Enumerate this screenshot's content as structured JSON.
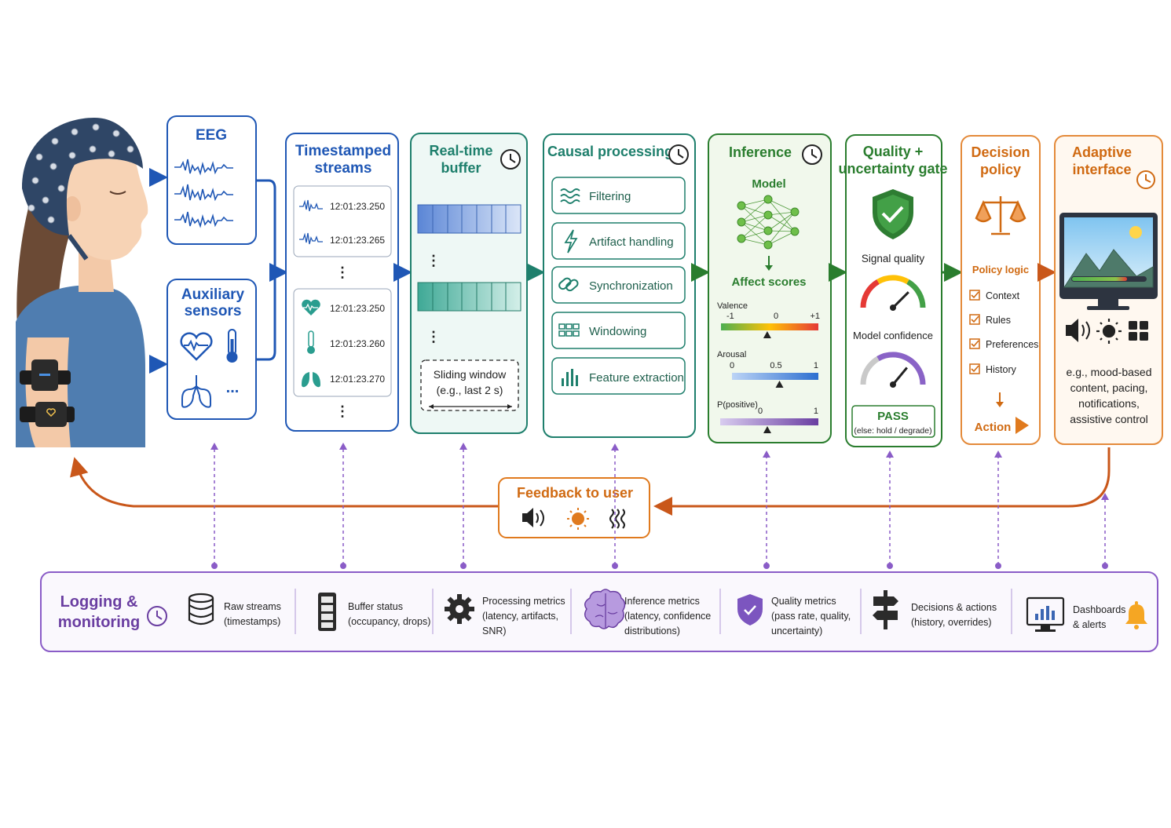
{
  "eeg": {
    "title": "EEG"
  },
  "aux": {
    "title_line1": "Auxiliary",
    "title_line2": "sensors",
    "more": "..."
  },
  "streams": {
    "title_line1": "Timestamped",
    "title_line2": "streams",
    "eeg_times": [
      "12:01:23.250",
      "12:01:23.265"
    ],
    "aux_times": [
      "12:01:23.250",
      "12:01:23.260",
      "12:01:23.270"
    ],
    "ellipsis": "⋮"
  },
  "buffer": {
    "title_line1": "Real-time",
    "title_line2": "buffer",
    "ellipsis": "⋮",
    "window_line1": "Sliding window",
    "window_line2": "(e.g., last 2 s)"
  },
  "causal": {
    "title": "Causal processing",
    "steps": [
      "Filtering",
      "Artifact handling",
      "Synchronization",
      "Windowing",
      "Feature extraction"
    ]
  },
  "inference": {
    "title": "Inference",
    "model": "Model",
    "affect": "Affect scores",
    "valence": {
      "label": "Valence",
      "min": "-1",
      "mid": "0",
      "max": "+1",
      "value": -0.05
    },
    "arousal": {
      "label": "Arousal",
      "min": "0",
      "mid": "0.5",
      "max": "1",
      "value": 0.55
    },
    "positive": {
      "label": "P(positive)",
      "min": "0",
      "max": "1",
      "value": 0.48
    }
  },
  "gate": {
    "title_line1": "Quality +",
    "title_line2": "uncertainty gate",
    "signal_quality": "Signal quality",
    "signal_value": 0.75,
    "model_confidence": "Model confidence",
    "confidence_value": 0.72,
    "pass": "PASS",
    "else": "(else: hold / degrade)"
  },
  "decision": {
    "title_line1": "Decision",
    "title_line2": "policy",
    "policy_logic": "Policy logic",
    "items": [
      "Context",
      "Rules",
      "Preferences",
      "History"
    ],
    "action": "Action"
  },
  "adaptive": {
    "title_line1": "Adaptive",
    "title_line2": "interface",
    "desc": [
      "e.g., mood-based",
      "content, pacing,",
      "notifications,",
      "assistive control"
    ]
  },
  "feedback": {
    "title": "Feedback to user"
  },
  "logging": {
    "title_line1": "Logging &",
    "title_line2": "monitoring",
    "items": [
      {
        "lines": [
          "Raw streams",
          "(timestamps)"
        ],
        "icon": "database-icon"
      },
      {
        "lines": [
          "Buffer status",
          "(occupancy, drops)"
        ],
        "icon": "buffer-icon"
      },
      {
        "lines": [
          "Processing metrics",
          "(latency, artifacts,",
          "SNR)"
        ],
        "icon": "gear-icon"
      },
      {
        "lines": [
          "Inference metrics",
          "(latency, confidence",
          "distributions)"
        ],
        "icon": "brain-icon"
      },
      {
        "lines": [
          "Quality metrics",
          "(pass rate, quality,",
          "uncertainty)"
        ],
        "icon": "shield-icon"
      },
      {
        "lines": [
          "Decisions & actions",
          "(history, overrides)"
        ],
        "icon": "signpost-icon"
      },
      {
        "lines": [
          "Dashboards",
          "& alerts"
        ],
        "icon": "dashboard-icon"
      }
    ]
  },
  "colors": {
    "blue": "#1f57b5",
    "teal": "#1e7f6c",
    "green": "#2a7d2e",
    "orange": "#d06a12",
    "purple": "#6a3ea1"
  }
}
